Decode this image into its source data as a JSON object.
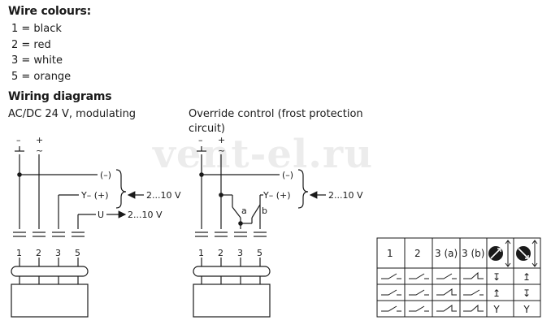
{
  "wire_colours": {
    "heading": "Wire colours:",
    "items": [
      "1 = black",
      "2 = red",
      "3 = white",
      "5 = orange"
    ]
  },
  "wiring": {
    "heading": "Wiring diagrams",
    "left_title": "AC/DC 24 V, modulating",
    "right_title_line1": "Override control (frost protection",
    "right_title_line2": "circuit)"
  },
  "watermark": "vent-el.ru",
  "symbols": {
    "minus": "–",
    "plus": "+",
    "ground": "⊥",
    "ac": "~"
  },
  "terminals": [
    "1",
    "2",
    "3",
    "5"
  ],
  "signals": {
    "neg": "(–)",
    "pos": "Y– (+)",
    "pos_right": "Y– (+)",
    "range_in": "2...10 V",
    "range_out": "2...10 V",
    "range_in_right": "2...10 V",
    "u_label": "U",
    "contact_a": "a",
    "contact_b": "b"
  },
  "table": {
    "headers": [
      "1",
      "2",
      "3 (a)",
      "3 (b)"
    ],
    "result_symbols": [
      "↧",
      "↥",
      "Y"
    ],
    "result_symbols_2": [
      "↥",
      "↧",
      "Y"
    ]
  }
}
